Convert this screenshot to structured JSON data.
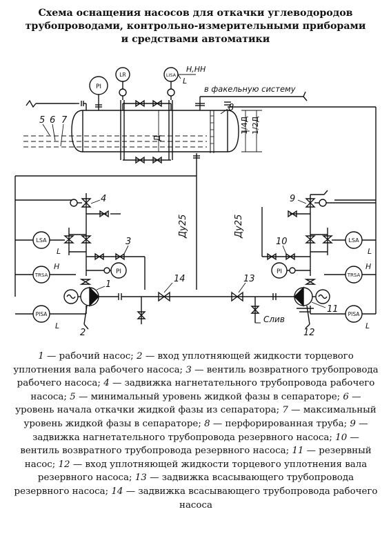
{
  "title": {
    "line1": "Схема оснащения насосов для откачки углеводородов",
    "line2": "трубопроводами, контрольно-измерительными приборами",
    "line3": "и средствами автоматики"
  },
  "diagram": {
    "instruments": {
      "pi_top": "PI",
      "lr": "LR",
      "lisa": "LISA",
      "lsa_left": "LSA",
      "pi_left": "PI",
      "trsa_left": "TRSA",
      "pisa_left": "PISA",
      "lsa_right": "LSA",
      "pi_right": "PI",
      "trsa_right": "TRSA",
      "pisa_right": "PISA"
    },
    "labels": {
      "h_hh": "Н,НН",
      "l_top": "L",
      "flare": "в факельную систему",
      "d_sep": "Д",
      "quarter_d": "1/4Д",
      "half_d": "1/2Д",
      "dn25_left": "Ду25",
      "dn25_right": "Ду25",
      "drain": "Слив",
      "h_left": "Н",
      "l_left1": "L",
      "l_left2": "L",
      "h_right": "Н",
      "l_right1": "L",
      "l_right2": "L"
    },
    "numbers": [
      "1",
      "2",
      "3",
      "4",
      "5",
      "6",
      "7",
      "8",
      "9",
      "10",
      "11",
      "12",
      "13",
      "14"
    ]
  },
  "legend": {
    "items": [
      {
        "num": "1",
        "text": " — рабочий насос; "
      },
      {
        "num": "2",
        "text": " — вход уплотняющей жидкости торцевого уплотнения вала рабочего насоса; "
      },
      {
        "num": "3",
        "text": " — вентиль возвратного трубопровода рабочего насоса; "
      },
      {
        "num": "4",
        "text": " — задвижка нагнетательного трубопровода рабочего насоса; "
      },
      {
        "num": "5",
        "text": " — минимальный уровень жидкой фазы в сепараторе; "
      },
      {
        "num": "6",
        "text": " — уровень начала откачки жидкой фазы из сепаратора; "
      },
      {
        "num": "7",
        "text": " — максимальный уровень жидкой фазы в сепараторе; "
      },
      {
        "num": "8",
        "text": " — перфорированная труба; "
      },
      {
        "num": "9",
        "text": " — задвижка нагнетательного трубопровода резервного насоса; "
      },
      {
        "num": "10",
        "text": " — вентиль возвратного трубопровода резервного насоса; "
      },
      {
        "num": "11",
        "text": " — резервный насос; "
      },
      {
        "num": "12",
        "text": " — вход уплотняющей жидкости торцевого уплотнения вала резервного насоса; "
      },
      {
        "num": "13",
        "text": " — задвижка всасывающего трубопровода резервного насоса; "
      },
      {
        "num": "14",
        "text": " — задвижка всасывающего трубопровода рабочего насоса"
      }
    ]
  }
}
